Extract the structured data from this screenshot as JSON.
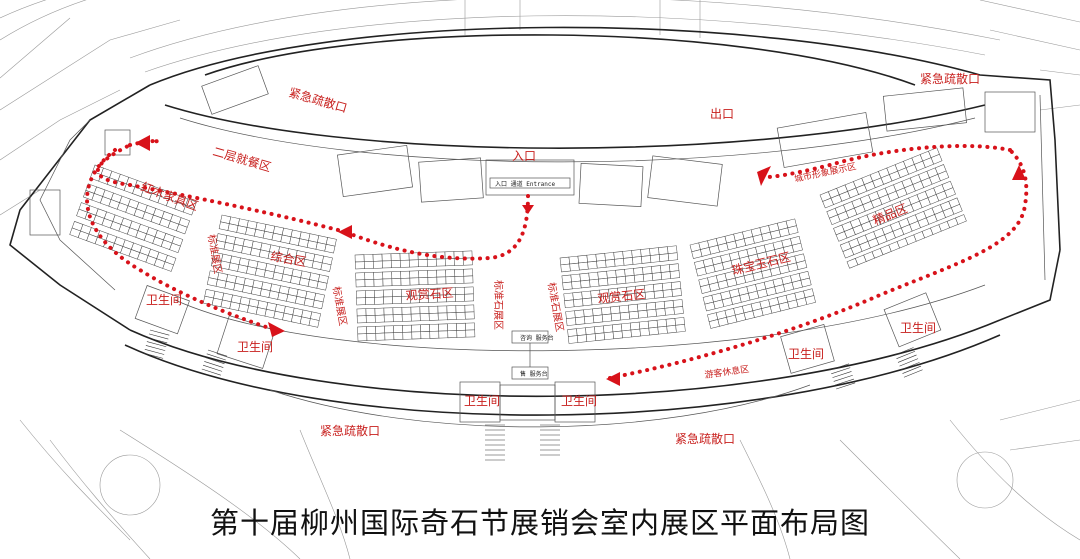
{
  "title": "第十届柳州国际奇石节展销会室内展区平面布局图",
  "colors": {
    "label": "#c8201e",
    "route": "#d8121a",
    "lines": "#222222"
  },
  "labels": {
    "emergency_exit_top_left": "紧急疏散口",
    "emergency_exit_top_right": "紧急疏散口",
    "emergency_exit_bottom_left": "紧急疏散口",
    "emergency_exit_bottom_right": "紧急疏散口",
    "entrance": "入口",
    "exit": "出口",
    "dining_area": "二层就餐区",
    "mahogany_furniture_area": "红木家具区",
    "general_area": "综合区",
    "viewing_stone_area_left": "观赏石区",
    "viewing_stone_area_right": "观赏石区",
    "jewelry_jade_area": "珠宝玉石区",
    "boutique_area": "精品区",
    "city_exhibition_area": "城市形象展示区",
    "visitor_rest_area": "游客休息区",
    "restroom_left_upper": "卫生间",
    "restroom_left_lower": "卫生间",
    "restroom_center_left": "卫生间",
    "restroom_center_right": "卫生间",
    "restroom_right_lower": "卫生间",
    "restroom_right_upper": "卫生间",
    "standard_stone_left": "标准石展区",
    "standard_stone_right": "标准石展区",
    "vertical_left_aisle": "标准展区",
    "vertical_center_left": "标准展区"
  }
}
